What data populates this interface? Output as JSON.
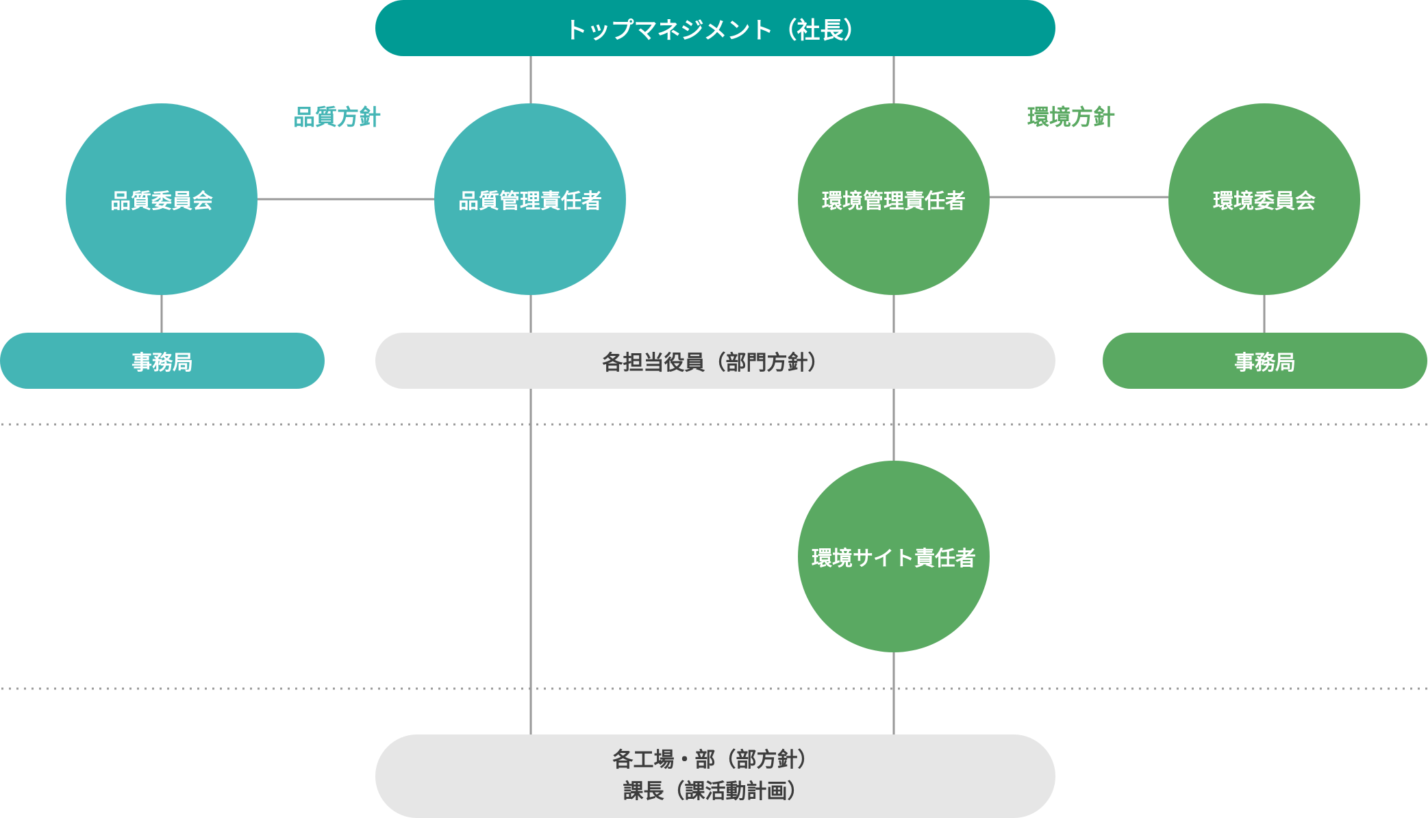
{
  "colors": {
    "quality": "#44b5b5",
    "environment": "#5aa962",
    "top": "#009b94",
    "gray": "#e6e6e6",
    "line": "#999999"
  },
  "nodes": {
    "top_management": "トップマネジメント（社長）",
    "quality_committee": "品質委員会",
    "quality_manager": "品質管理責任者",
    "environment_manager": "環境管理責任者",
    "environment_committee": "環境委員会",
    "quality_office": "事務局",
    "environment_office": "事務局",
    "officers": "各担当役員（部門方針）",
    "environment_site_manager": "環境サイト責任者",
    "factories_line1": "各工場・部（部方針）",
    "factories_line2": "課長（課活動計画）"
  },
  "labels": {
    "quality_policy": "品質方針",
    "environment_policy": "環境方針"
  }
}
